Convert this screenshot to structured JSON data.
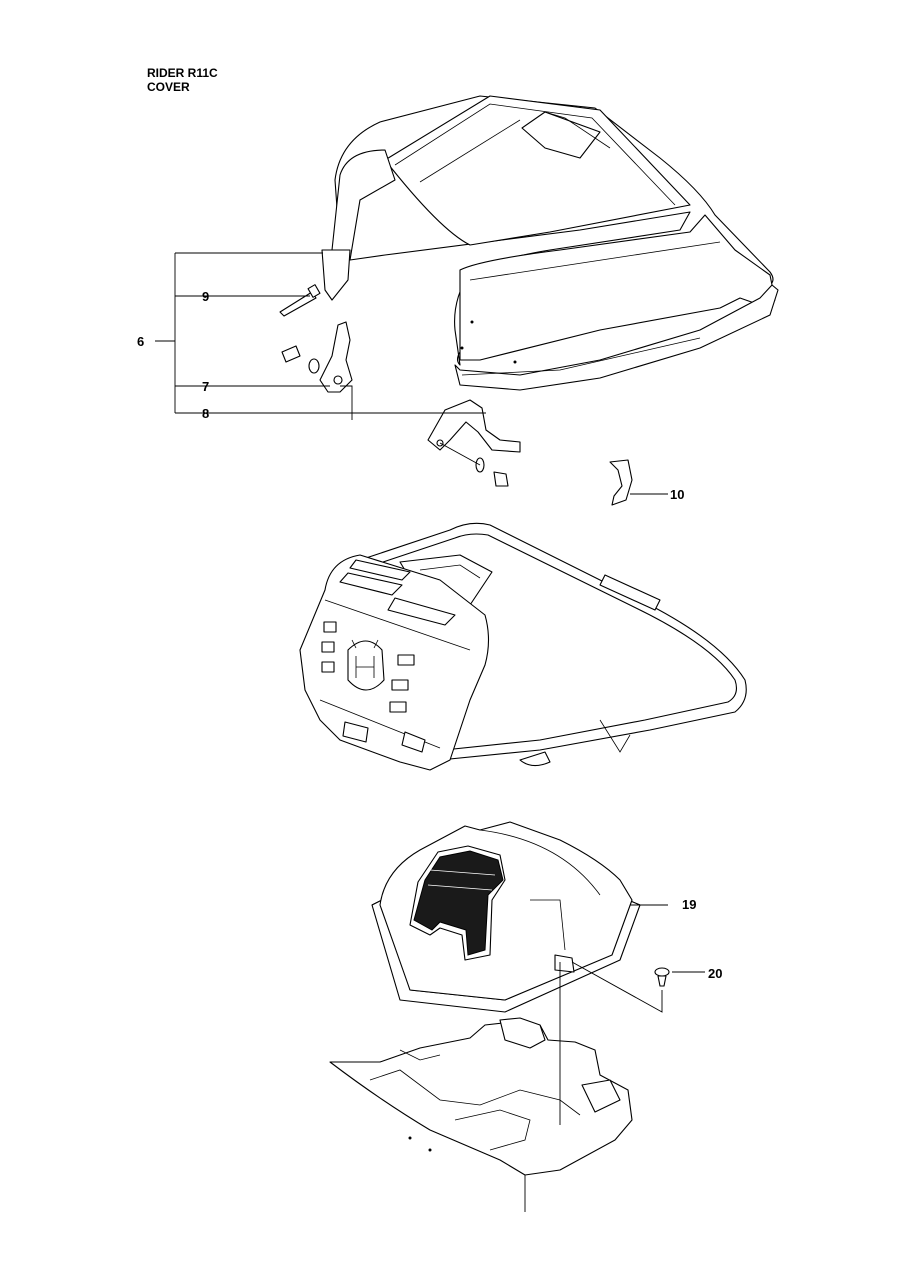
{
  "title": {
    "model": "RIDER R11C",
    "section": "COVER"
  },
  "callouts": [
    {
      "id": "6",
      "label": "6"
    },
    {
      "id": "7",
      "label": "7"
    },
    {
      "id": "8",
      "label": "8"
    },
    {
      "id": "9",
      "label": "9"
    },
    {
      "id": "10",
      "label": "10"
    },
    {
      "id": "19",
      "label": "19"
    },
    {
      "id": "20",
      "label": "20"
    }
  ]
}
